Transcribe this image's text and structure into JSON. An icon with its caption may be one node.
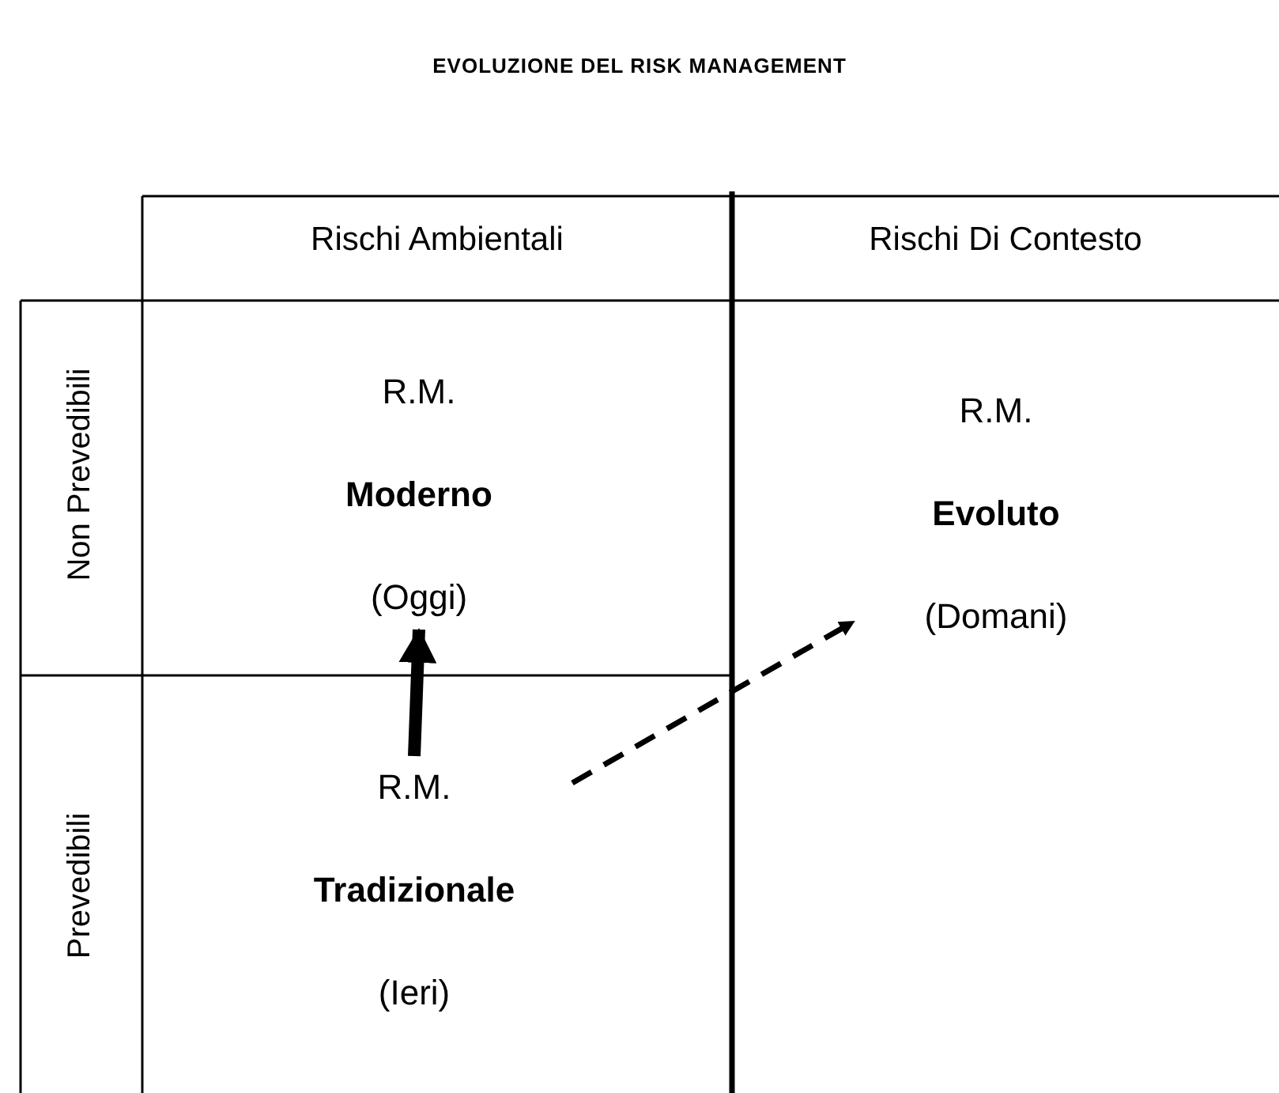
{
  "diagram": {
    "title": "EVOLUZIONE DEL RISK MANAGEMENT",
    "nodes": [
      {
        "text": [
          "R.M.",
          "Moderno",
          "(Oggi)"
        ]
      },
      {
        "text": [
          "R.M.",
          "Evoluto",
          "(Domani)"
        ]
      },
      {
        "text": [
          "R.M.",
          "Tradizionale",
          "(Ieri)"
        ]
      }
    ],
    "edges": [
      {
        "from": 2,
        "to": 0,
        "arrow": "to",
        "style": "thick"
      },
      {
        "from": 2,
        "to": 1,
        "arrow": "to",
        "style": "dashed"
      }
    ],
    "labels": [
      "Rischi Ambientali",
      "Rischi Di Contesto",
      "Non Prevedibili",
      "Prevedibili"
    ]
  }
}
